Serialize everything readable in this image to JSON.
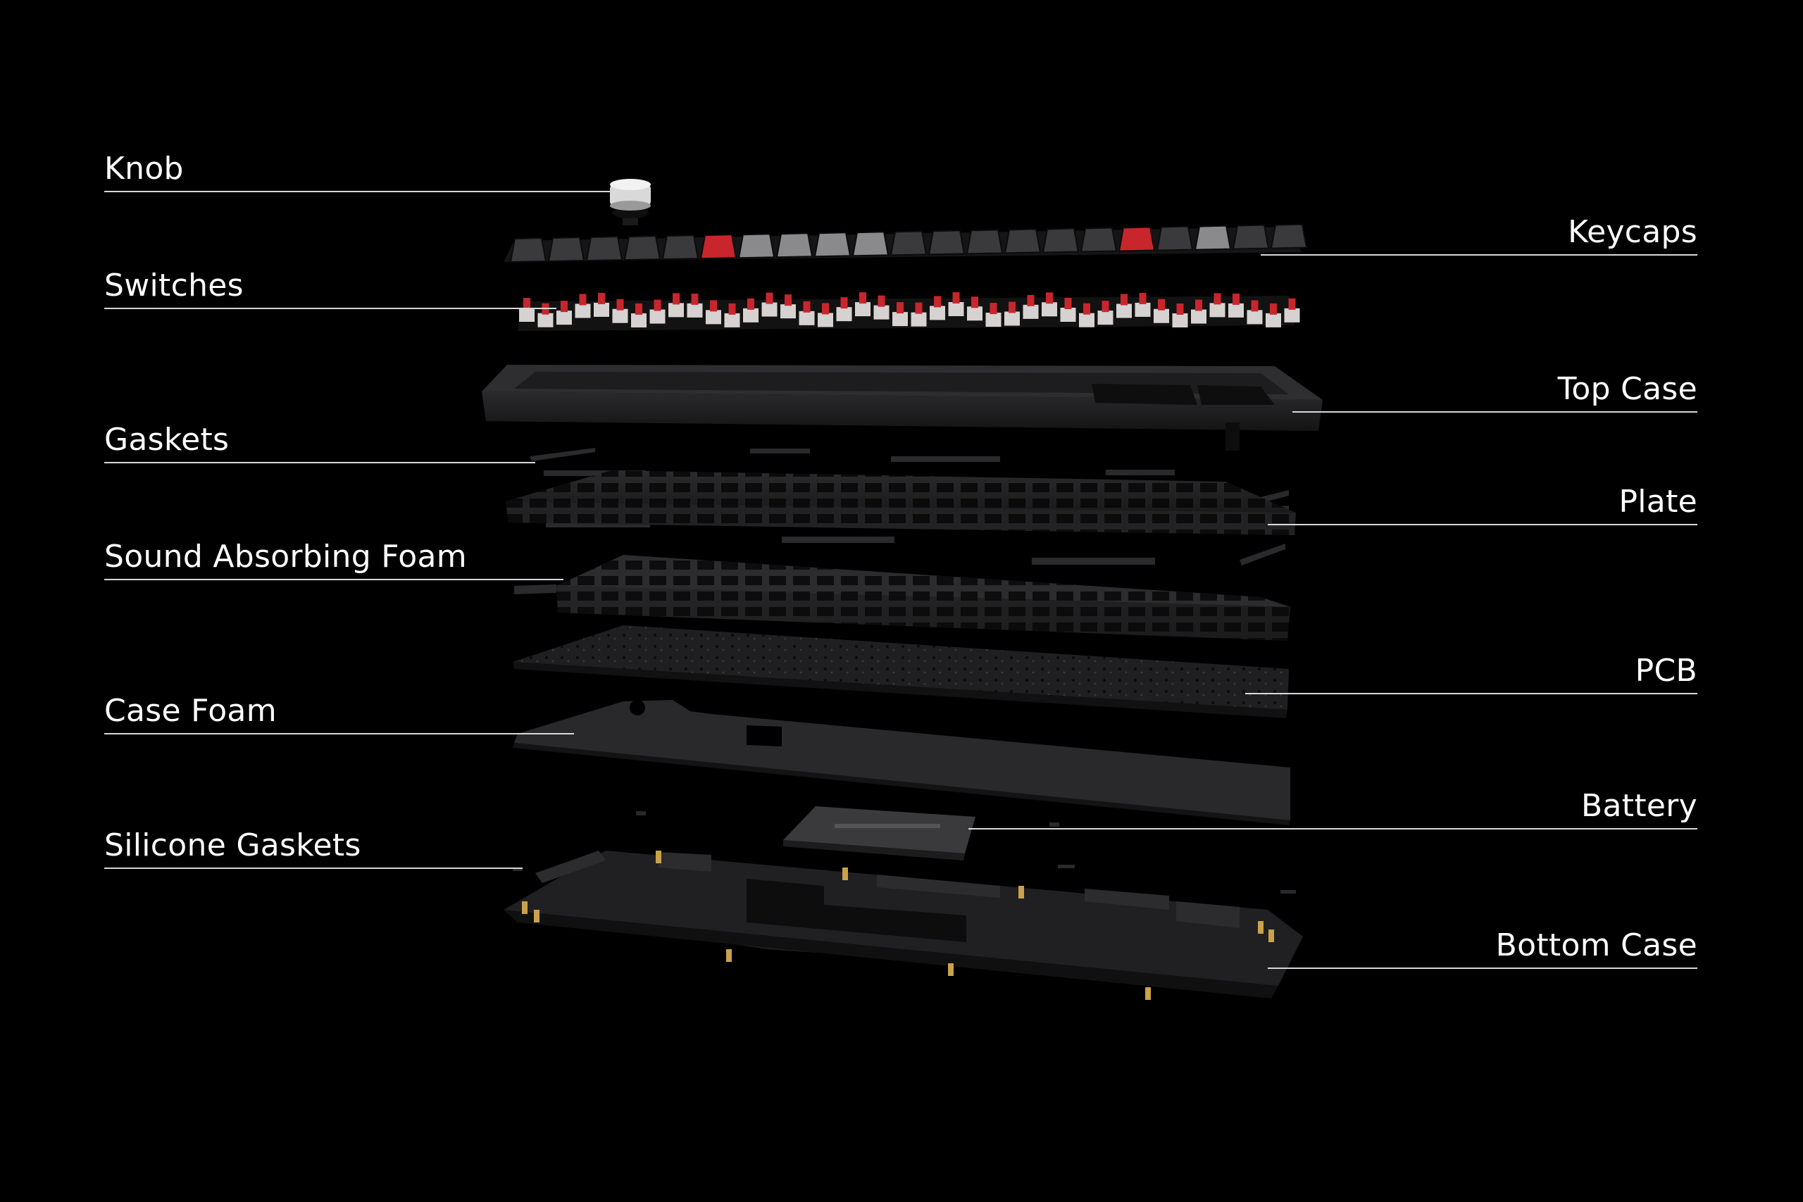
{
  "diagram": {
    "background": "#000000",
    "accent_switch_color": "#c8262c",
    "keycap_dark": "#3a3a3c",
    "keycap_grey": "#8a8a8c",
    "component_color": "#1c1c1e",
    "brass_color": "#c9a24a",
    "labels_left": [
      {
        "id": "knob",
        "text": "Knob"
      },
      {
        "id": "switches",
        "text": "Switches"
      },
      {
        "id": "gaskets",
        "text": "Gaskets"
      },
      {
        "id": "sound-absorbing-foam",
        "text": "Sound Absorbing Foam"
      },
      {
        "id": "case-foam",
        "text": "Case Foam"
      },
      {
        "id": "silicone-gaskets",
        "text": "Silicone Gaskets"
      }
    ],
    "labels_right": [
      {
        "id": "keycaps",
        "text": "Keycaps"
      },
      {
        "id": "top-case",
        "text": "Top Case"
      },
      {
        "id": "plate",
        "text": "Plate"
      },
      {
        "id": "pcb",
        "text": "PCB"
      },
      {
        "id": "battery",
        "text": "Battery"
      },
      {
        "id": "bottom-case",
        "text": "Bottom Case"
      }
    ]
  }
}
